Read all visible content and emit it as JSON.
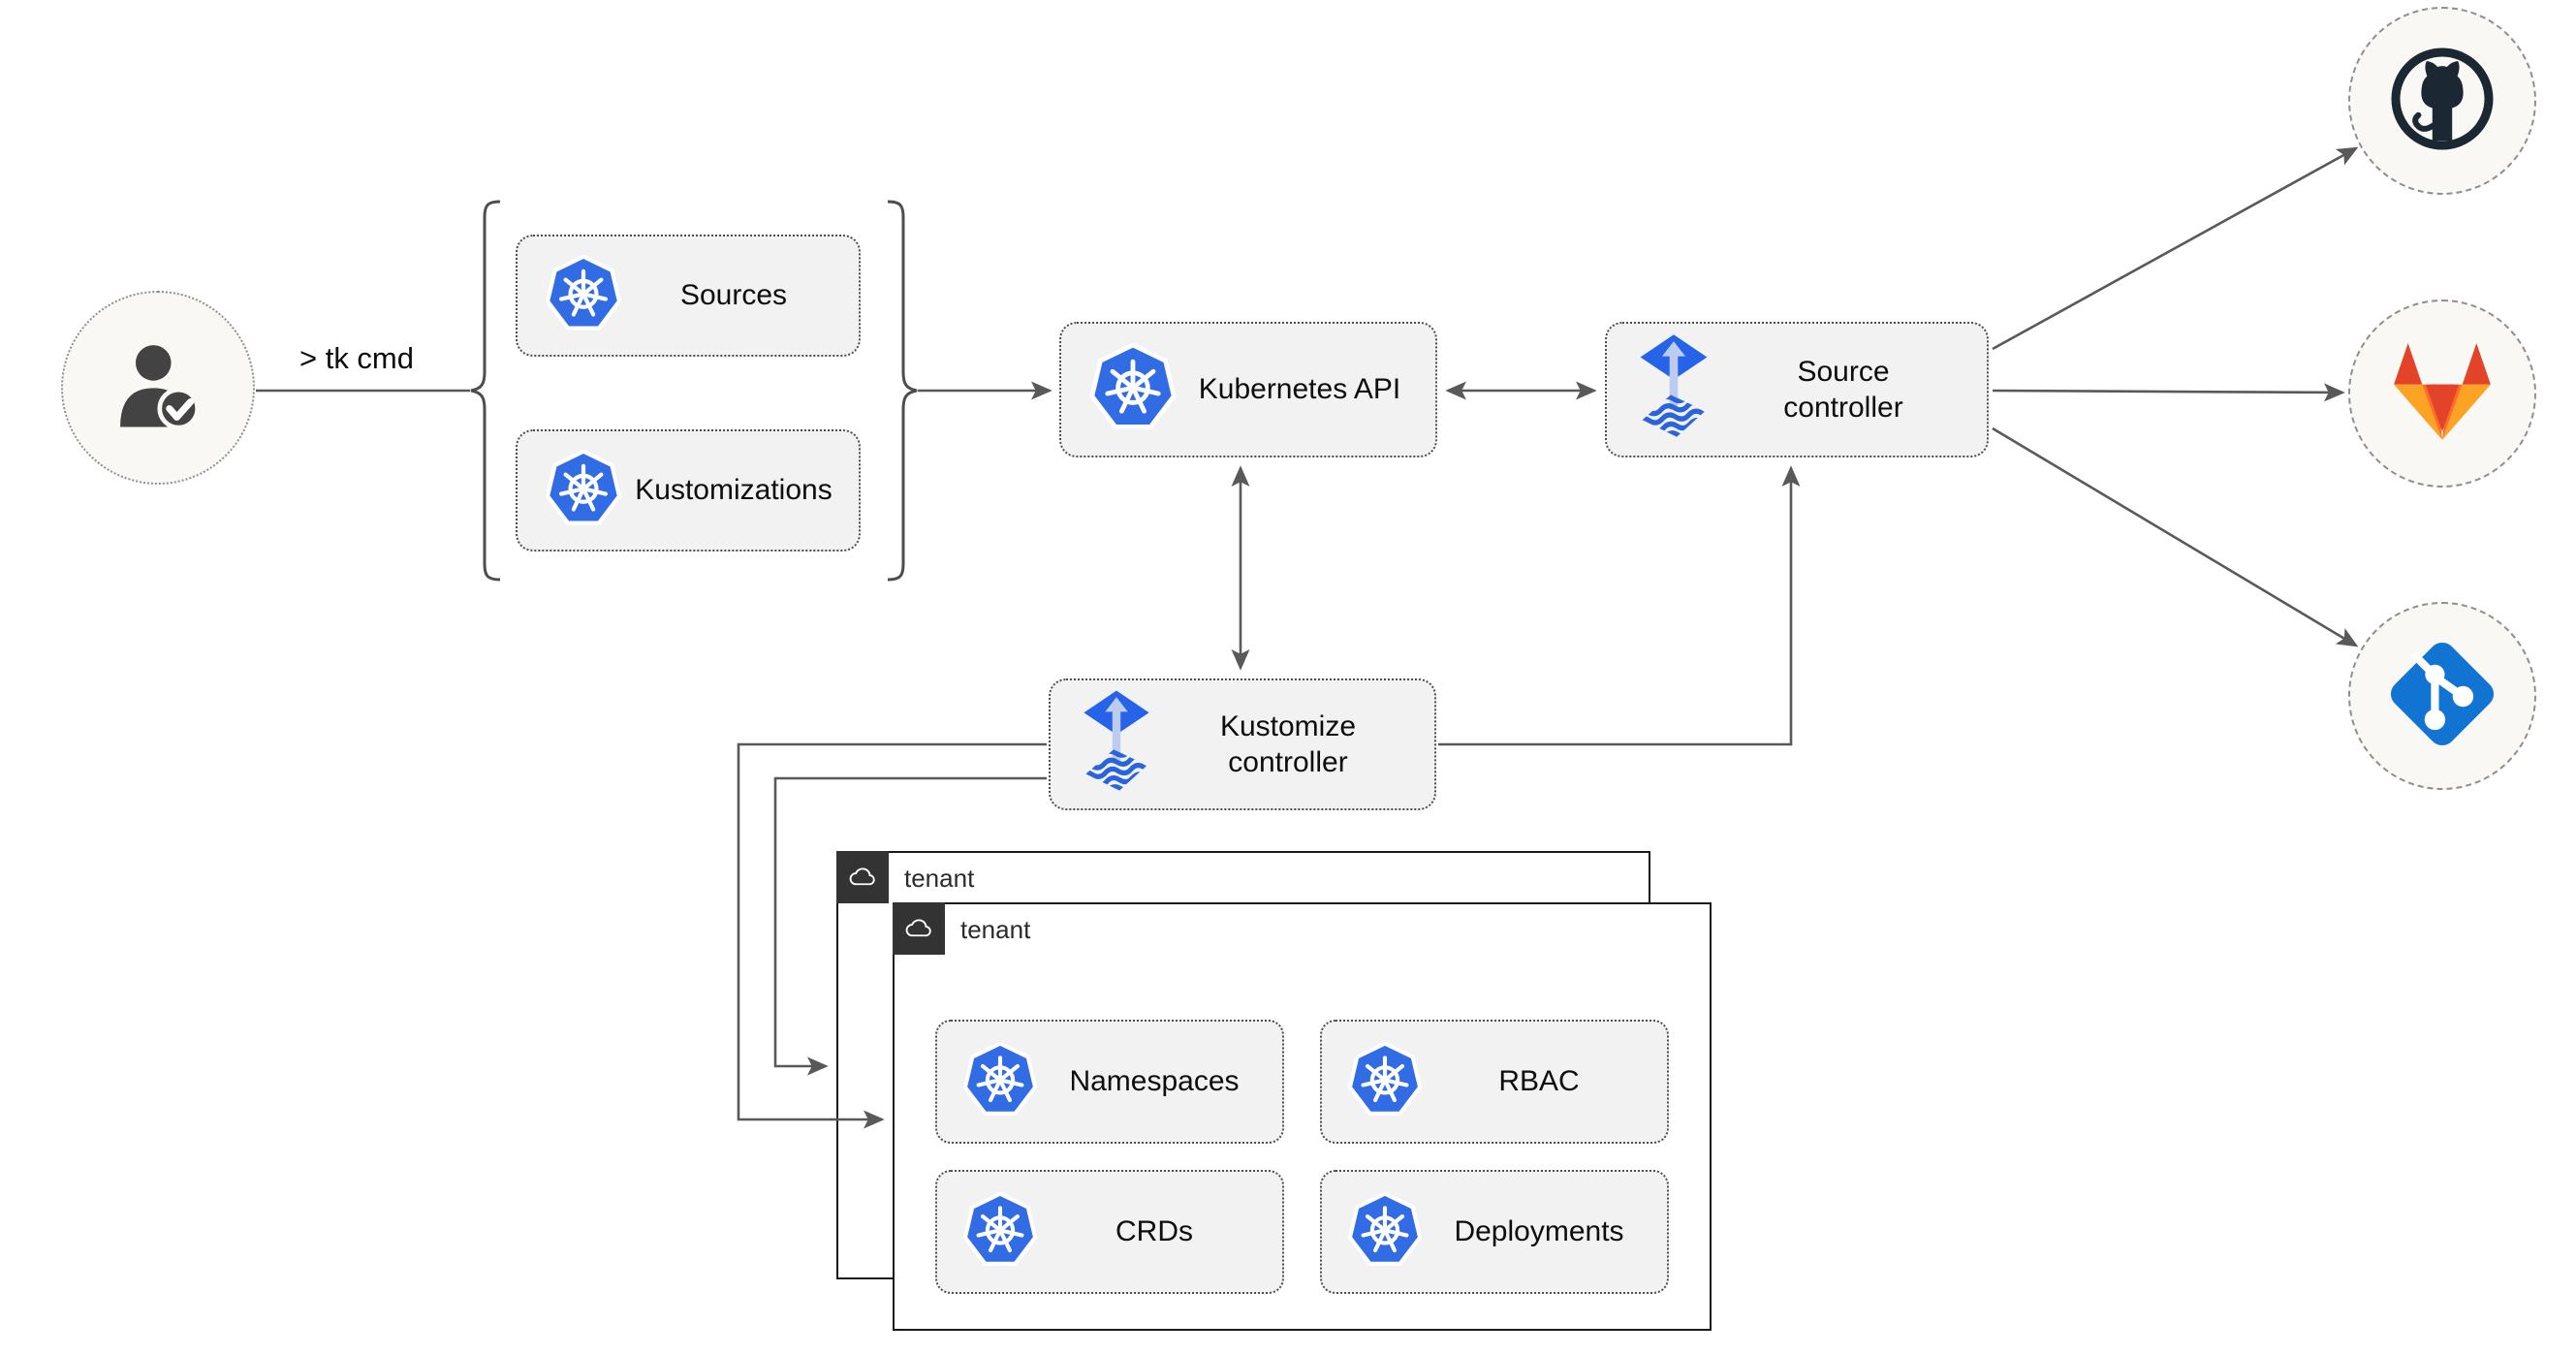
{
  "user": {
    "command": "> tk cmd",
    "icon": "user-check-icon"
  },
  "group": {
    "sources": "Sources",
    "kustomizations": "Kustomizations",
    "icon": "kubernetes-icon"
  },
  "nodes": {
    "k8s_api": "Kubernetes API",
    "source_ctrl": "Source controller",
    "kustomize_ctrl": "Kustomize controller",
    "k8s_api_icon": "kubernetes-icon",
    "controller_icon": "flux-icon"
  },
  "tenants": {
    "back": "tenant",
    "front": "tenant",
    "tab_icon": "cloud-icon"
  },
  "resources": {
    "namespaces": "Namespaces",
    "rbac": "RBAC",
    "crds": "CRDs",
    "deployments": "Deployments",
    "icon": "kubernetes-icon"
  },
  "providers": {
    "github": "github-logo",
    "gitlab": "gitlab-logo",
    "git": "git-logo"
  },
  "colors": {
    "kubernetes_blue": "#326CE5",
    "flux_blue": "#2663E9",
    "flux_light": "#BCCBF0",
    "flux_wave": "#2964DC",
    "arrow_gray": "#595959",
    "box_fill": "#F2F2F2",
    "box_border": "#4E4E4E",
    "github_dark": "#1B2733",
    "gitlab_red": "#E24329",
    "gitlab_orange": "#FC6D26",
    "gitlab_light_orange": "#FCA326",
    "git_blue": "#1274D2",
    "tenant_tab": "#333333",
    "circle_fill": "#FAF8F4"
  }
}
